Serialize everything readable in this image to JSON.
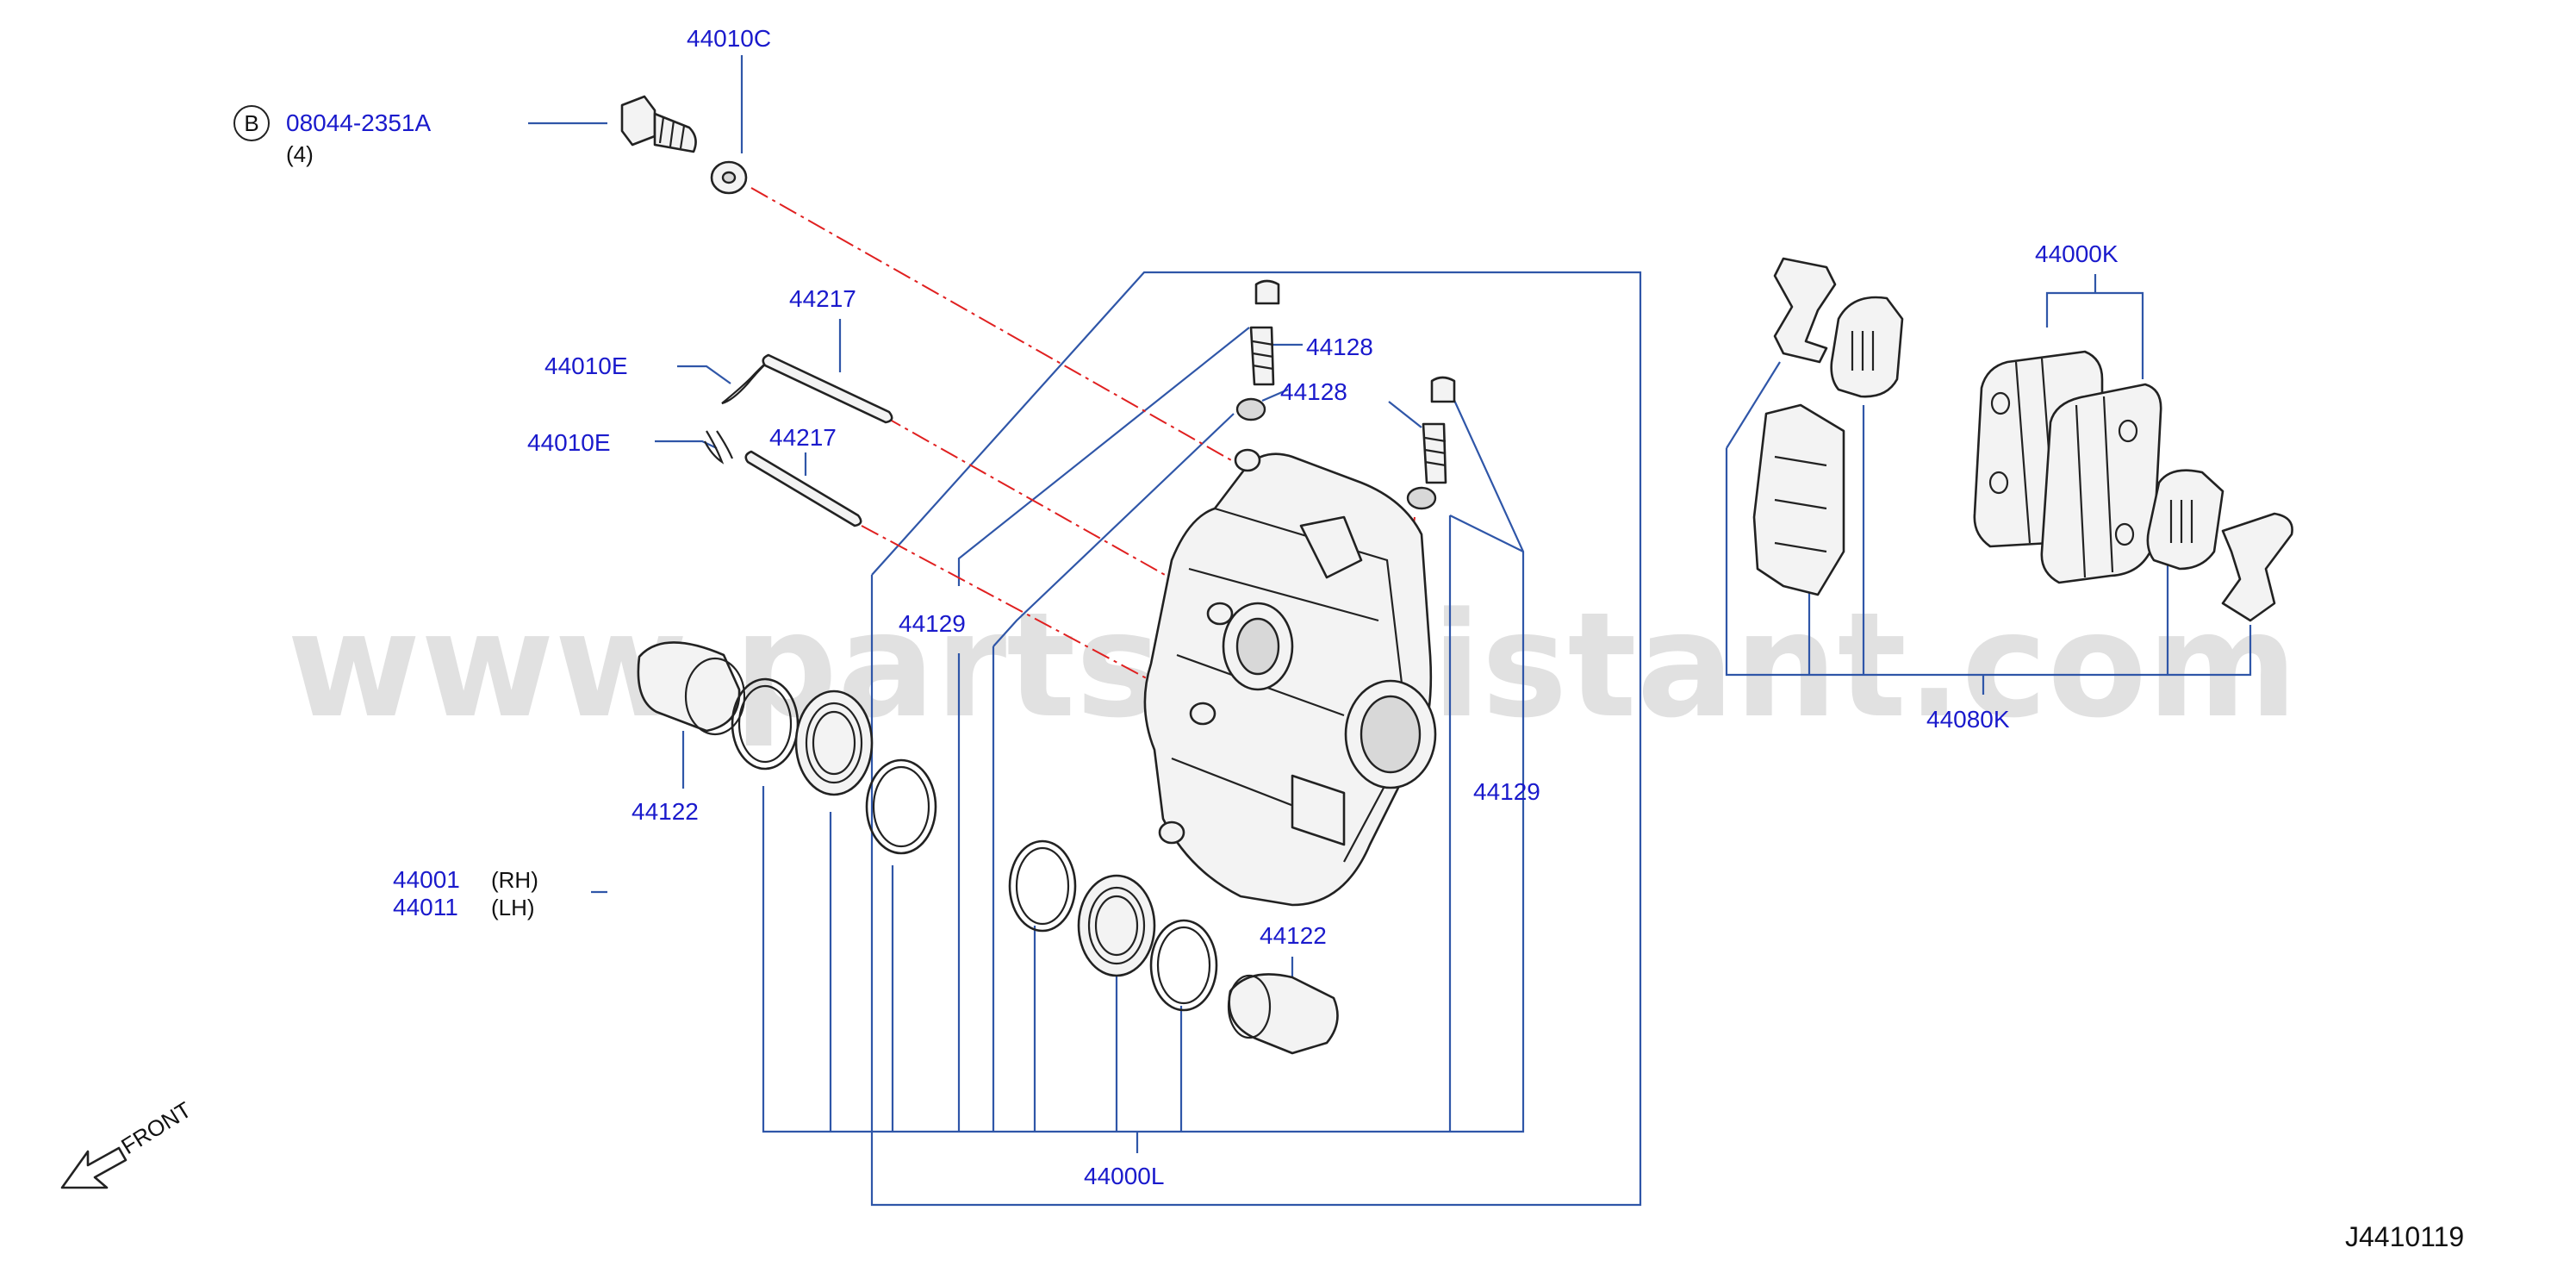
{
  "diagram": {
    "watermark": "www.partsassistant.com",
    "diagram_code": "J4410119",
    "front_label": "FRONT",
    "bolt_marker": "B",
    "labels": {
      "bolt_part": "08044-2351A",
      "bolt_qty": "(4)",
      "washer": "44010C",
      "pin_upper": "44217",
      "pin_lower": "44217",
      "clip_upper": "44010E",
      "clip_lower": "44010E",
      "bleeder_upper": "44128",
      "bleeder_lower": "44128",
      "cap_left": "44129",
      "cap_right": "44129",
      "piston_left": "44122",
      "piston_right": "44122",
      "caliper_rh": "44001",
      "caliper_rh_side": "(RH)",
      "caliper_lh": "44011",
      "caliper_lh_side": "(LH)",
      "seal_kit": "44000L",
      "pad_kit": "44000K",
      "hardware_kit": "44080K"
    }
  }
}
